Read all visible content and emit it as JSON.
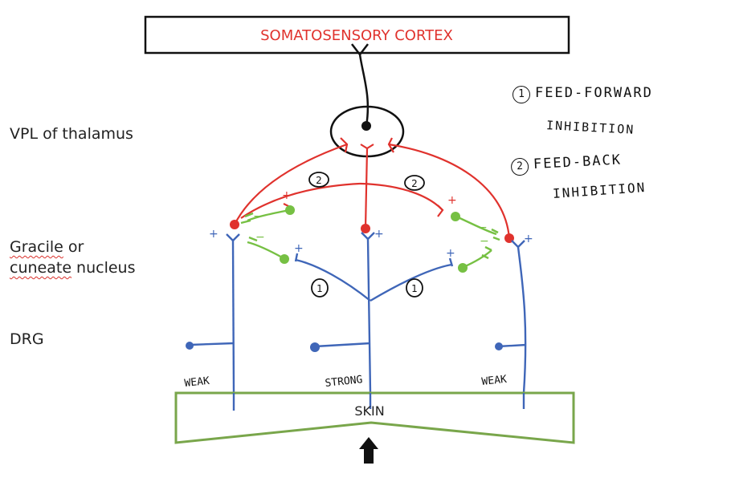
{
  "cortex": {
    "label": "SOMATOSENSORY CORTEX",
    "color": "#e0322d"
  },
  "region_labels": {
    "vpl": "VPL of thalamus",
    "gracile_word": "Gracile",
    "gracile_rest": " or",
    "cuneate_word": "cuneate",
    "cuneate_rest": " nucleus",
    "drg": "DRG"
  },
  "legend": {
    "item1_num": "1",
    "item1_line1": "FEED-FORWARD",
    "item1_line2": "INHIBITION",
    "item2_num": "2",
    "item2_line1": "FEED-BACK",
    "item2_line2": "INHIBITION"
  },
  "fiber_labels": {
    "left": "WEAK",
    "center": "STRONG",
    "right": "WEAK"
  },
  "skin": {
    "label": "SKIN",
    "color": "#79a64b"
  },
  "synapse_marks": {
    "plus": "+",
    "minus": "−",
    "ff_number": "1",
    "fb_number": "2"
  },
  "colors": {
    "projection": "#e0322d",
    "afferent": "#3f66b8",
    "interneuron": "#76c043",
    "text": "#222222"
  },
  "icons": [
    "up-arrow-icon"
  ]
}
